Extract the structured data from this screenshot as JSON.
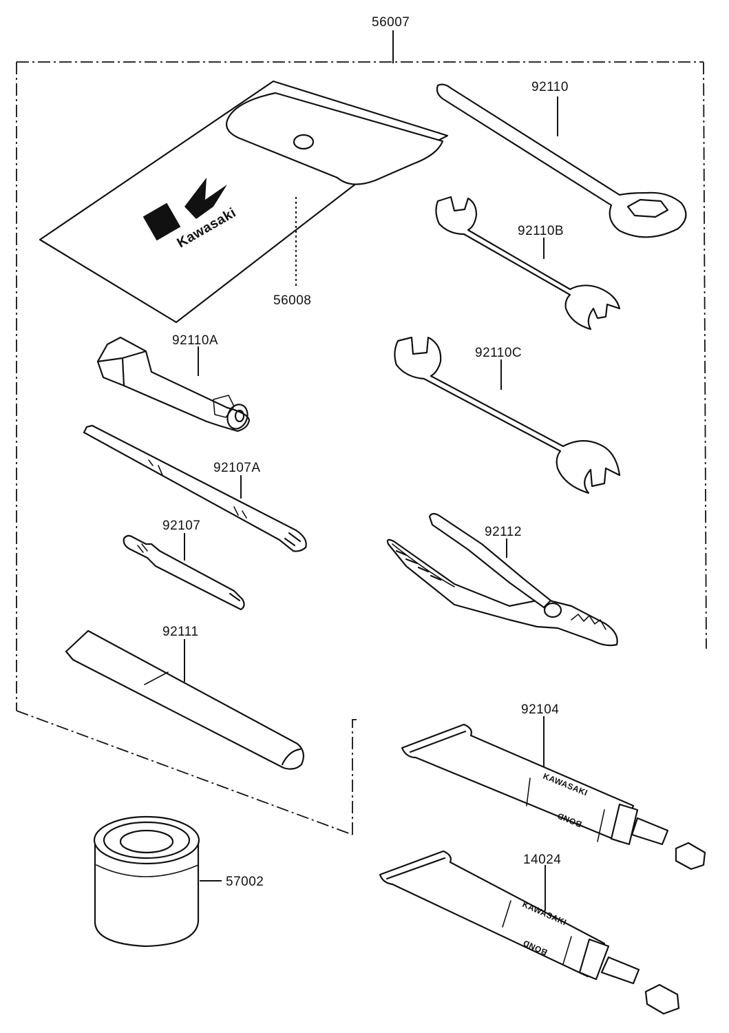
{
  "diagram": {
    "kit_part_number": "56007",
    "labels": {
      "pouch": "56008",
      "ring_wrench": "92110",
      "wrench_b": "92110B",
      "wrench_c": "92110C",
      "spark_plug_wrench": "92110A",
      "screwdriver_handle": "92107A",
      "screwdriver_bit": "92107",
      "pliers": "92112",
      "handle_bar": "92111",
      "grease_tube": "92104",
      "bond_tube": "14024",
      "can": "57002"
    },
    "pouch_brand": "Kawasaki",
    "tube_text_top": "KAWASAKI",
    "tube_text_bottom": "BOND"
  }
}
